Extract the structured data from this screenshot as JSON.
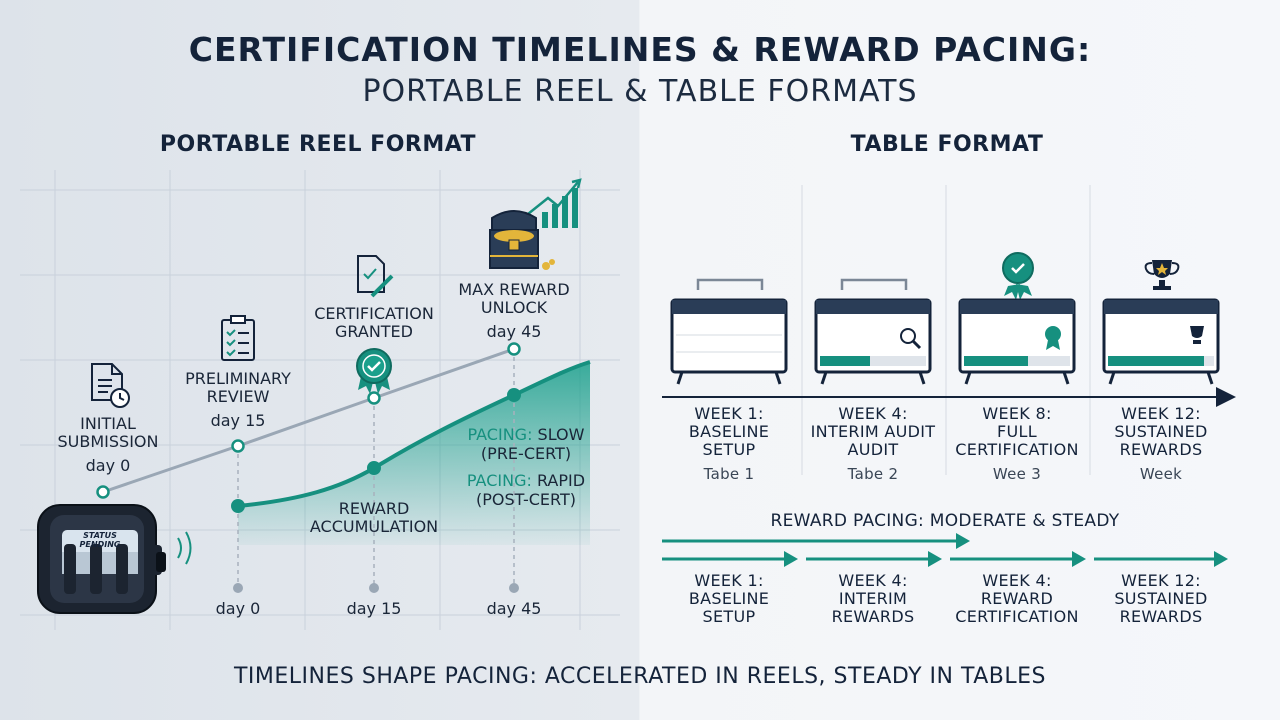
{
  "title": {
    "line1": "CERTIFICATION TIMELINES & REWARD PACING:",
    "line2": "PORTABLE REEL & TABLE FORMATS"
  },
  "left": {
    "heading": "PORTABLE REEL FORMAT",
    "milestones": [
      {
        "l1": "INITIAL",
        "l2": "SUBMISSION",
        "day": "day 0"
      },
      {
        "l1": "PRELIMINARY",
        "l2": "REVIEW",
        "day": "day 15"
      },
      {
        "l1": "CERTIFICATION",
        "l2": "GRANTED"
      },
      {
        "l1": "MAX REWARD",
        "l2": "UNLOCK",
        "day": "day 45"
      }
    ],
    "reward": {
      "l1": "REWARD",
      "l2": "ACCUMULATION"
    },
    "pacing_slow": {
      "label": "PACING:",
      "value": "SLOW",
      "note": "(PRE-CERT)"
    },
    "pacing_rapid": {
      "label": "PACING:",
      "value": "RAPID",
      "note": "(POST-CERT)"
    },
    "axis_days": [
      "day 0",
      "day 15",
      "day 45"
    ],
    "reel_label": {
      "l1": "STATUS",
      "l2": "PENDING"
    }
  },
  "right": {
    "heading": "TABLE FORMAT",
    "weeks": [
      {
        "l1": "WEEK 1:",
        "l2": "BASELINE",
        "l3": "SETUP",
        "sub": "Tabe 1"
      },
      {
        "l1": "WEEK 4:",
        "l2": "INTERIM AUDIT",
        "l3": "AUDIT",
        "sub": "Tabe 2"
      },
      {
        "l1": "WEEK 8:",
        "l2": "FULL",
        "l3": "CERTIFICATION",
        "sub": "Wee 3"
      },
      {
        "l1": "WEEK 12:",
        "l2": "SUSTAINED",
        "l3": "REWARDS",
        "sub": "Week"
      }
    ],
    "pacing_heading": "REWARD PACING: MODERATE & STEADY",
    "pacing_weeks": [
      {
        "l1": "WEEK 1:",
        "l2": "BASELINE",
        "l3": "SETUP"
      },
      {
        "l1": "WEEK 4:",
        "l2": "INTERIM",
        "l3": "REWARDS"
      },
      {
        "l1": "WEEK 4:",
        "l2": "REWARD",
        "l3": "CERTIFICATION"
      },
      {
        "l1": "WEEK 12:",
        "l2": "SUSTAINED",
        "l3": "REWARDS"
      }
    ]
  },
  "footer": "TIMELINES SHAPE PACING: ACCELERATED IN REELS, STEADY IN TABLES",
  "colors": {
    "teal": "#16907f",
    "navy": "#14233a",
    "gray_line": "#9aa7b5"
  }
}
